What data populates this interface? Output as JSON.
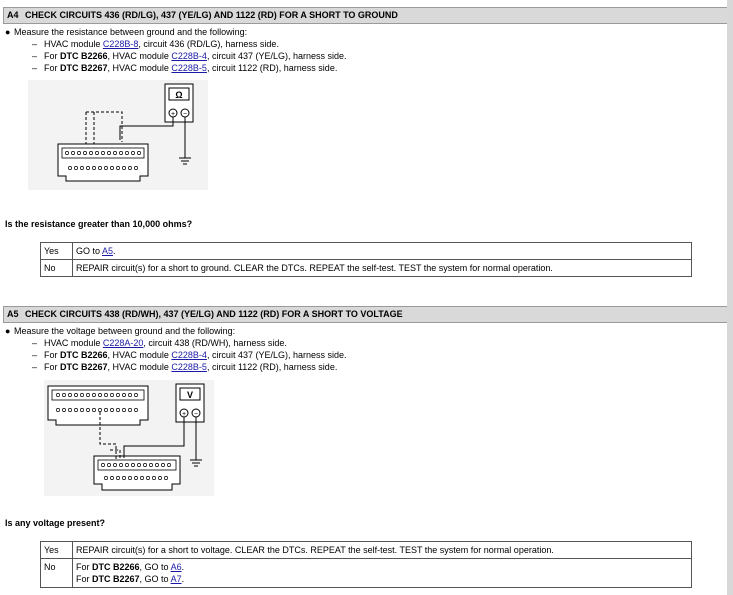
{
  "a4": {
    "id": "A4",
    "title": "CHECK CIRCUITS 436 (RD/LG), 437 (YE/LG) AND 1122 (RD) FOR A SHORT TO GROUND",
    "bullet": "Measure the resistance between ground and the following:",
    "items": [
      {
        "pre": "HVAC module ",
        "bold": "",
        "mid": "",
        "link": "C228B-8",
        "post": ", circuit 436 (RD/LG), harness side."
      },
      {
        "pre": "For ",
        "bold": "DTC B2266",
        "mid": ", HVAC module ",
        "link": "C228B-4",
        "post": ", circuit 437 (YE/LG), harness side."
      },
      {
        "pre": "For ",
        "bold": "DTC B2267",
        "mid": ", HVAC module ",
        "link": "C228B-5",
        "post": ", circuit 1122 (RD), harness side."
      }
    ],
    "meter_symbol": "Ω",
    "question": "Is the resistance greater than 10,000 ohms?",
    "yes_label": "Yes",
    "yes_pre": "GO to ",
    "yes_link": "A5",
    "yes_post": ".",
    "no_label": "No",
    "no_text": "REPAIR circuit(s) for a short to ground. CLEAR the DTCs. REPEAT the self-test. TEST the system for normal operation."
  },
  "a5": {
    "id": "A5",
    "title": "CHECK CIRCUITS 438 (RD/WH), 437 (YE/LG) AND 1122 (RD) FOR A SHORT TO VOLTAGE",
    "bullet": "Measure the voltage between ground and the following:",
    "items": [
      {
        "pre": "HVAC module ",
        "bold": "",
        "mid": "",
        "link": "C228A-20",
        "post": ", circuit 438 (RD/WH), harness side."
      },
      {
        "pre": "For ",
        "bold": "DTC B2266",
        "mid": ", HVAC module ",
        "link": "C228B-4",
        "post": ", circuit 437 (YE/LG), harness side."
      },
      {
        "pre": "For ",
        "bold": "DTC B2267",
        "mid": ", HVAC module ",
        "link": "C228B-5",
        "post": ", circuit 1122 (RD), harness side."
      }
    ],
    "meter_symbol": "V",
    "question": "Is any voltage present?",
    "yes_label": "Yes",
    "yes_text": "REPAIR circuit(s) for a short to voltage. CLEAR the DTCs. REPEAT the self-test. TEST the system for normal operation.",
    "no_label": "No",
    "no_lines": [
      {
        "pre": "For ",
        "bold": "DTC B2266",
        "mid": ", GO to ",
        "link": "A6",
        "post": "."
      },
      {
        "pre": "For ",
        "bold": "DTC B2267",
        "mid": ", GO to ",
        "link": "A7",
        "post": "."
      }
    ]
  }
}
